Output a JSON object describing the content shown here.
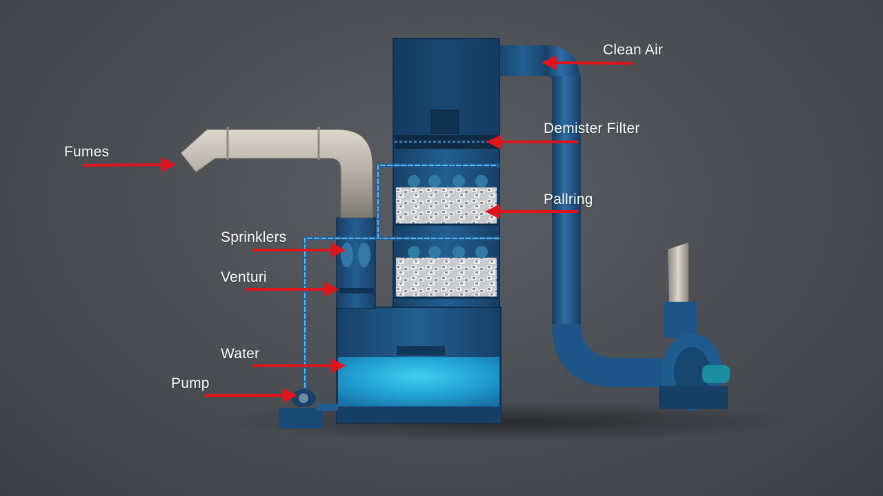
{
  "labels": {
    "clean_air": "Clean Air",
    "demister_filter": "Demister Filter",
    "fumes": "Fumes",
    "pallring": "Pallring",
    "sprinklers": "Sprinklers",
    "venturi": "Venturi",
    "water": "Water",
    "pump": "Pump"
  },
  "colors": {
    "arrow": "#e0141b",
    "tower": "#1f5d92",
    "tower_dark": "#143f66",
    "pipe_blue": "#2a6aa3",
    "duct_metal": "#b7b2a8",
    "water": "#29b3dc",
    "packing": "#d9dadc",
    "line_highlight": "#4fb0e6"
  }
}
